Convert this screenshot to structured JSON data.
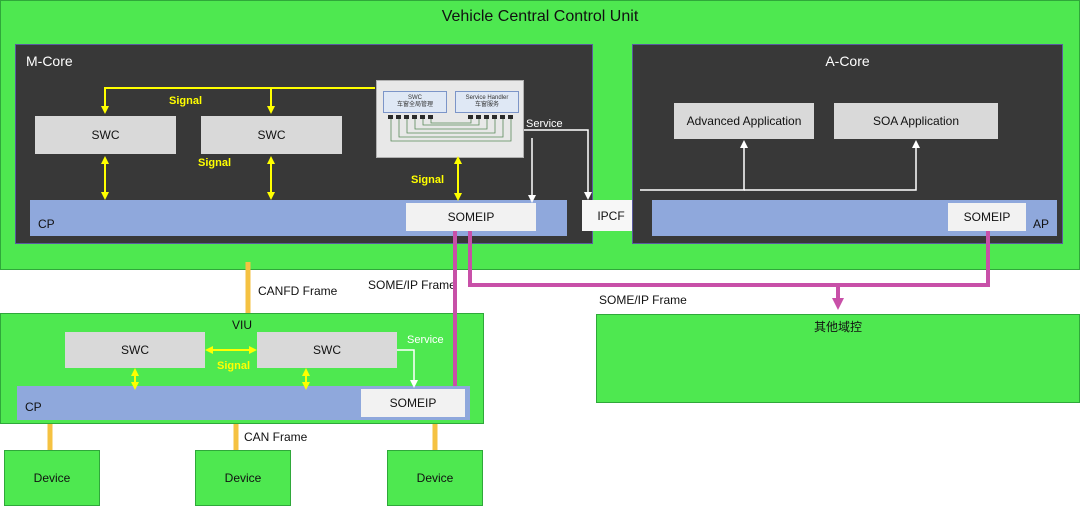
{
  "vccu": {
    "title": "Vehicle Central Control Unit"
  },
  "mcore": {
    "title": "M-Core",
    "swc1": "SWC",
    "swc2": "SWC",
    "signal_top": "Signal",
    "signal_mid": "Signal",
    "signal_low": "Signal",
    "service": "Service",
    "cp": "CP",
    "someip": "SOMEIP",
    "svc_image": {
      "left_label": "SWC\n车窗全局管理",
      "right_label": "Service Handler\n车窗服务"
    }
  },
  "ipcf": "IPCF",
  "acore": {
    "title": "A-Core",
    "app1": "Advanced Application",
    "app2": "SOA Application",
    "ap": "AP",
    "someip": "SOMEIP"
  },
  "links": {
    "canfd": "CANFD Frame",
    "someip_frame_left": "SOME/IP Frame",
    "someip_frame_right": "SOME/IP Frame",
    "can": "CAN Frame"
  },
  "other_domain": {
    "title": "其他域控"
  },
  "viu": {
    "title": "VIU",
    "swc1": "SWC",
    "swc2": "SWC",
    "signal": "Signal",
    "service": "Service",
    "cp": "CP",
    "someip": "SOMEIP"
  },
  "devices": [
    "Device",
    "Device",
    "Device"
  ],
  "colors": {
    "domain_green": "#4ee850",
    "core_dark": "#383838",
    "bus_blue": "#8fa8dc",
    "signal_yellow": "#ffff00",
    "someip_magenta": "#c850a8",
    "frame_orange": "#f5c242"
  }
}
